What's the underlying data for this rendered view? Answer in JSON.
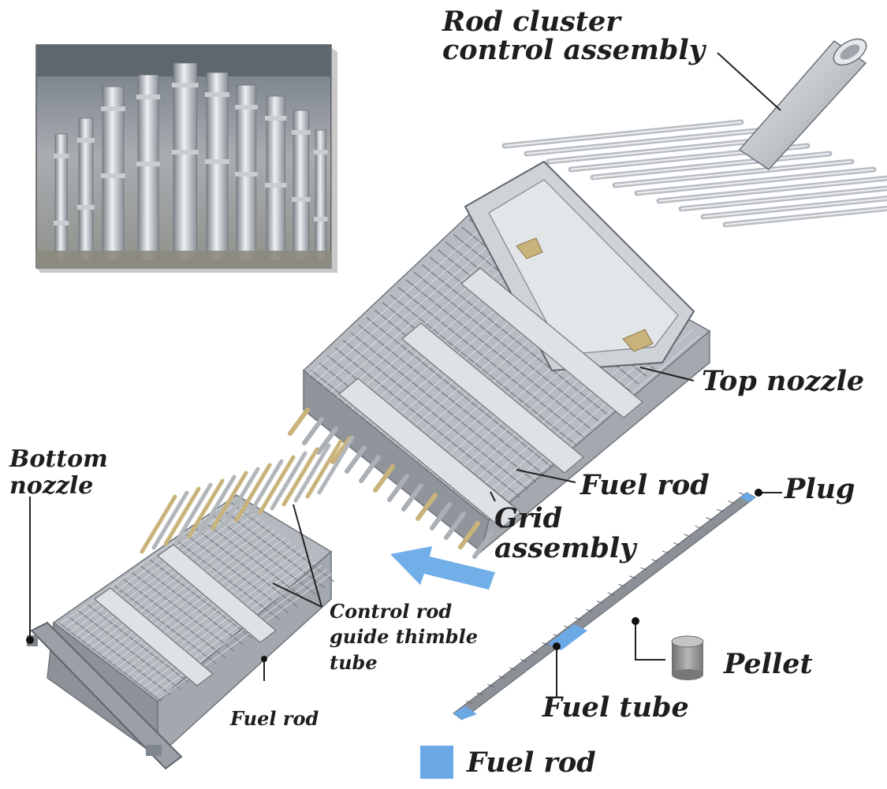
{
  "labels": {
    "rcca_line1": "Rod cluster",
    "rcca_line2": "control assembly",
    "top_nozzle": "Top nozzle",
    "fuel_rod_upper": "Fuel rod",
    "plug": "Plug",
    "grid_line1": "Grid",
    "grid_line2": "assembly",
    "bottom_line1": "Bottom",
    "bottom_line2": "nozzle",
    "ctrl_line1": "Control rod",
    "ctrl_line2": "guide thimble",
    "ctrl_line3": "tube",
    "pellet": "Pellet",
    "fuel_tube": "Fuel tube",
    "fuel_rod_lower": "Fuel rod",
    "legend_fuel_rod": "Fuel rod"
  },
  "colors": {
    "fuel_blue": "#6aa8e6",
    "arrow_blue": "#72aee8",
    "steel": "#c7ccd2",
    "steel_dark": "#7f858c",
    "brass": "#c9b37a",
    "text": "#1e1e1e"
  },
  "icons": {
    "photo": "fuel-assembly-photo",
    "arrow": "direction-arrow-icon",
    "legend_swatch": "fuel-rod-swatch"
  }
}
